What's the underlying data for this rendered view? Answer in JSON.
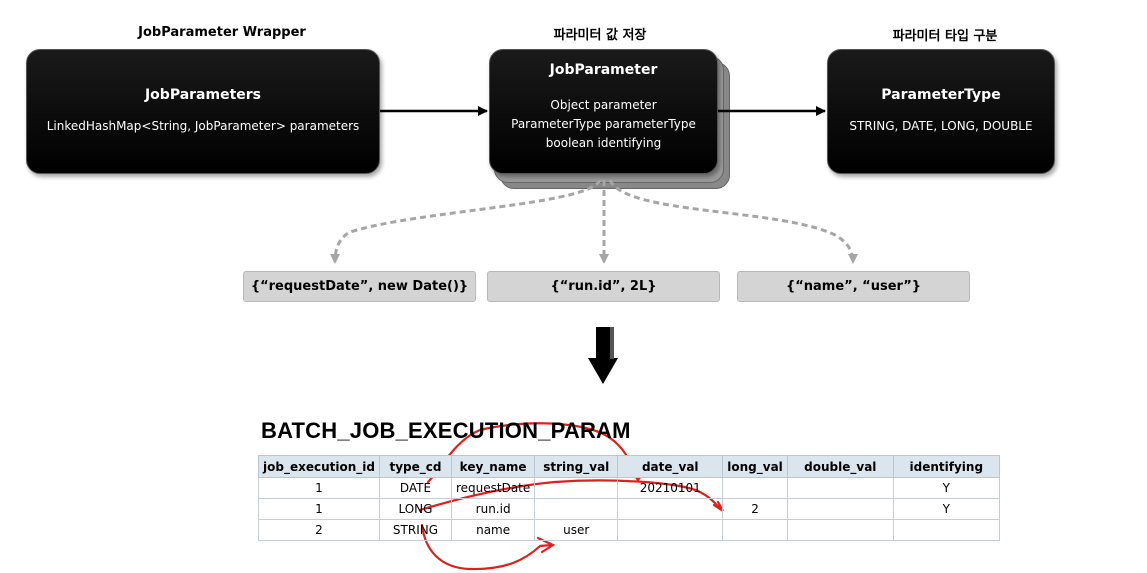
{
  "diagram": {
    "captions": {
      "wrapper": "JobParameter Wrapper",
      "store": "파라미터 값 저장",
      "type": "파라미터 타입 구분"
    },
    "job_parameters_box": {
      "title": "JobParameters",
      "line1": "LinkedHashMap<String, JobParameter> parameters"
    },
    "job_parameter_box": {
      "title": "JobParameter",
      "line1": "Object parameter",
      "line2": "ParameterType parameterType",
      "line3": "boolean identifying"
    },
    "parameter_type_box": {
      "title": "ParameterType",
      "line1": "STRING, DATE, LONG, DOUBLE"
    },
    "examples": [
      "{“requestDate”, new Date()}",
      "{“run.id”, 2L}",
      "{“name”, “user”}"
    ]
  },
  "table": {
    "title": "BATCH_JOB_EXECUTION_PARAM",
    "headers": [
      "job_execution_id",
      "type_cd",
      "key_name",
      "string_val",
      "date_val",
      "long_val",
      "double_val",
      "identifying"
    ],
    "rows": [
      [
        "1",
        "DATE",
        "requestDate",
        "",
        "20210101",
        "",
        "",
        "Y"
      ],
      [
        "1",
        "LONG",
        "run.id",
        "",
        "",
        "2",
        "",
        "Y"
      ],
      [
        "2",
        "STRING",
        "name",
        "user",
        "",
        "",
        "",
        ""
      ]
    ]
  },
  "colors": {
    "box_fill": "#000000",
    "pill_fill": "#d4d4d4",
    "dashed_arrow": "#a6a6a6",
    "annotation_red": "#e0201b",
    "header_fill": "#dbe5ee"
  }
}
